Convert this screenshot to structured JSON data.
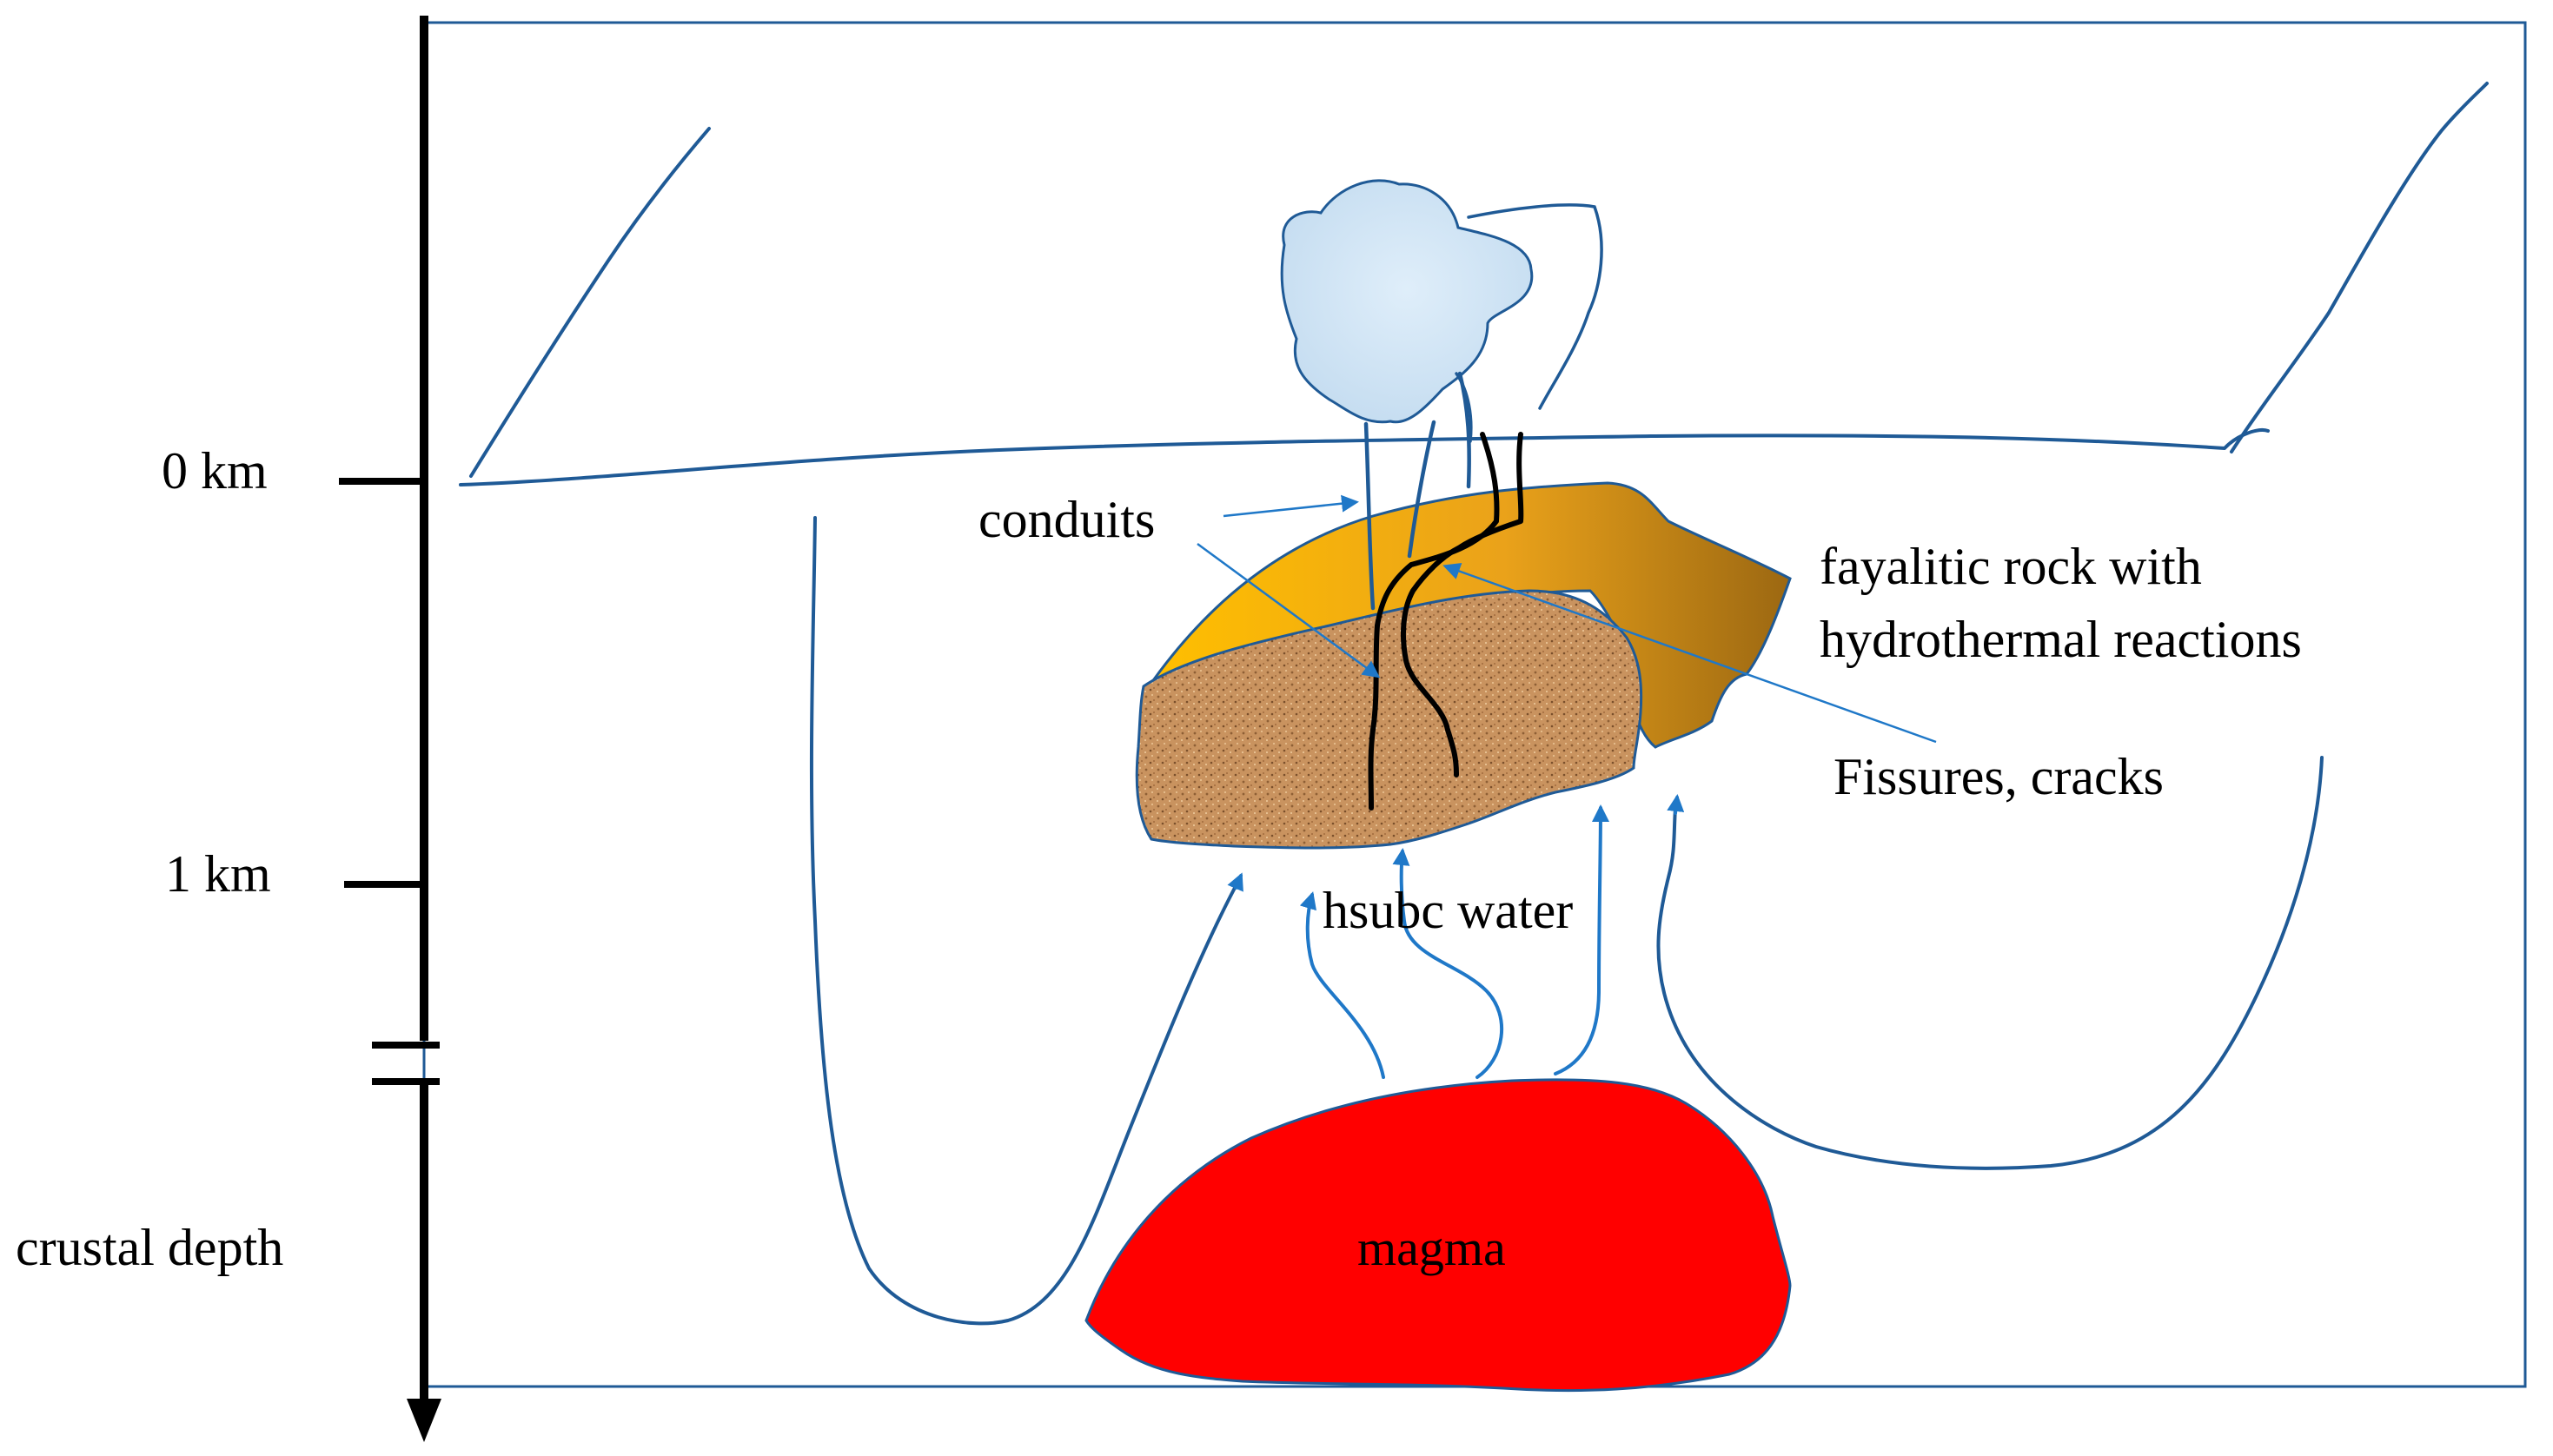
{
  "depth_axis": {
    "tick_0": "0 km",
    "tick_1": "1 km",
    "axis_label": "crustal depth"
  },
  "labels": {
    "conduits": "conduits",
    "fayalitic_line1": "fayalitic rock with",
    "fayalitic_line2": "hydrothermal reactions",
    "fissures": "Fissures, cracks",
    "water": "hsubc water",
    "magma": "magma"
  },
  "colors": {
    "outline": "#1f5a96",
    "flow_arrow": "#1f78c8",
    "magma": "#ff0000",
    "fayalitic_rock": "#f0a800",
    "brown_rock": "#c48f5e",
    "steam_cloud": "#cce4f5",
    "fissure": "#000000",
    "axis": "#000000"
  }
}
